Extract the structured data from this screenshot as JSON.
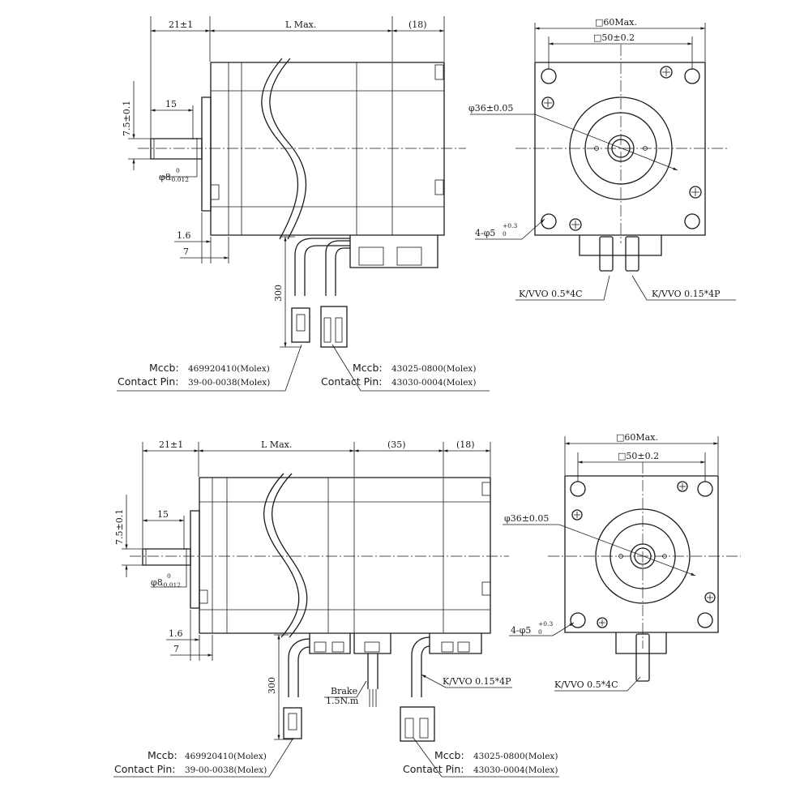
{
  "view_top": {
    "dims": {
      "shaft_length": "21±1",
      "body_length": "L Max.",
      "rear_length": "(18)",
      "key_flat": "15",
      "shaft_height": "7.5±0.1",
      "shaft_dia": "φ8",
      "shaft_tol_upper": "0",
      "shaft_tol_lower": "-0.012",
      "flange_thickness": "1.6",
      "pilot_depth": "7",
      "cable_length": "300"
    },
    "connector_left": {
      "mccb_label": "Mccb:",
      "mccb_value": "469920410(Molex)",
      "pin_label": "Contact Pin:",
      "pin_value": "39-00-0038(Molex)"
    },
    "connector_right": {
      "mccb_label": "Mccb:",
      "mccb_value": "43025-0800(Molex)",
      "pin_label": "Contact Pin:",
      "pin_value": "43030-0004(Molex)"
    },
    "front": {
      "square_max": "□60Max.",
      "bolt_pitch": "□50±0.2",
      "pilot_dia": "φ36±0.05",
      "holes": "4-φ5",
      "holes_tol": "+0.3",
      "holes_tol_lower": "0",
      "cable_left": "K/VVO 0.5*4C",
      "cable_right": "K/VVO 0.15*4P"
    }
  },
  "view_bottom": {
    "dims": {
      "shaft_length": "21±1",
      "body_length": "L Max.",
      "brake_length": "(35)",
      "rear_length": "(18)",
      "key_flat": "15",
      "shaft_height": "7.5±0.1",
      "shaft_dia": "φ8",
      "shaft_tol_upper": "0",
      "shaft_tol_lower": "-0.012",
      "flange_thickness": "1.6",
      "pilot_depth": "7",
      "cable_length": "300"
    },
    "brake": {
      "label": "Brake",
      "torque": "1.5N.m"
    },
    "cable_signal": "K/VVO 0.15*4P",
    "connector_left": {
      "mccb_label": "Mccb:",
      "mccb_value": "469920410(Molex)",
      "pin_label": "Contact Pin:",
      "pin_value": "39-00-0038(Molex)"
    },
    "connector_right": {
      "mccb_label": "Mccb:",
      "mccb_value": "43025-0800(Molex)",
      "pin_label": "Contact Pin:",
      "pin_value": "43030-0004(Molex)"
    },
    "front": {
      "square_max": "□60Max.",
      "bolt_pitch": "□50±0.2",
      "pilot_dia": "φ36±0.05",
      "holes": "4-φ5",
      "holes_tol": "+0.3",
      "holes_tol_lower": "0",
      "cable_left": "K/VVO 0.5*4C"
    }
  }
}
